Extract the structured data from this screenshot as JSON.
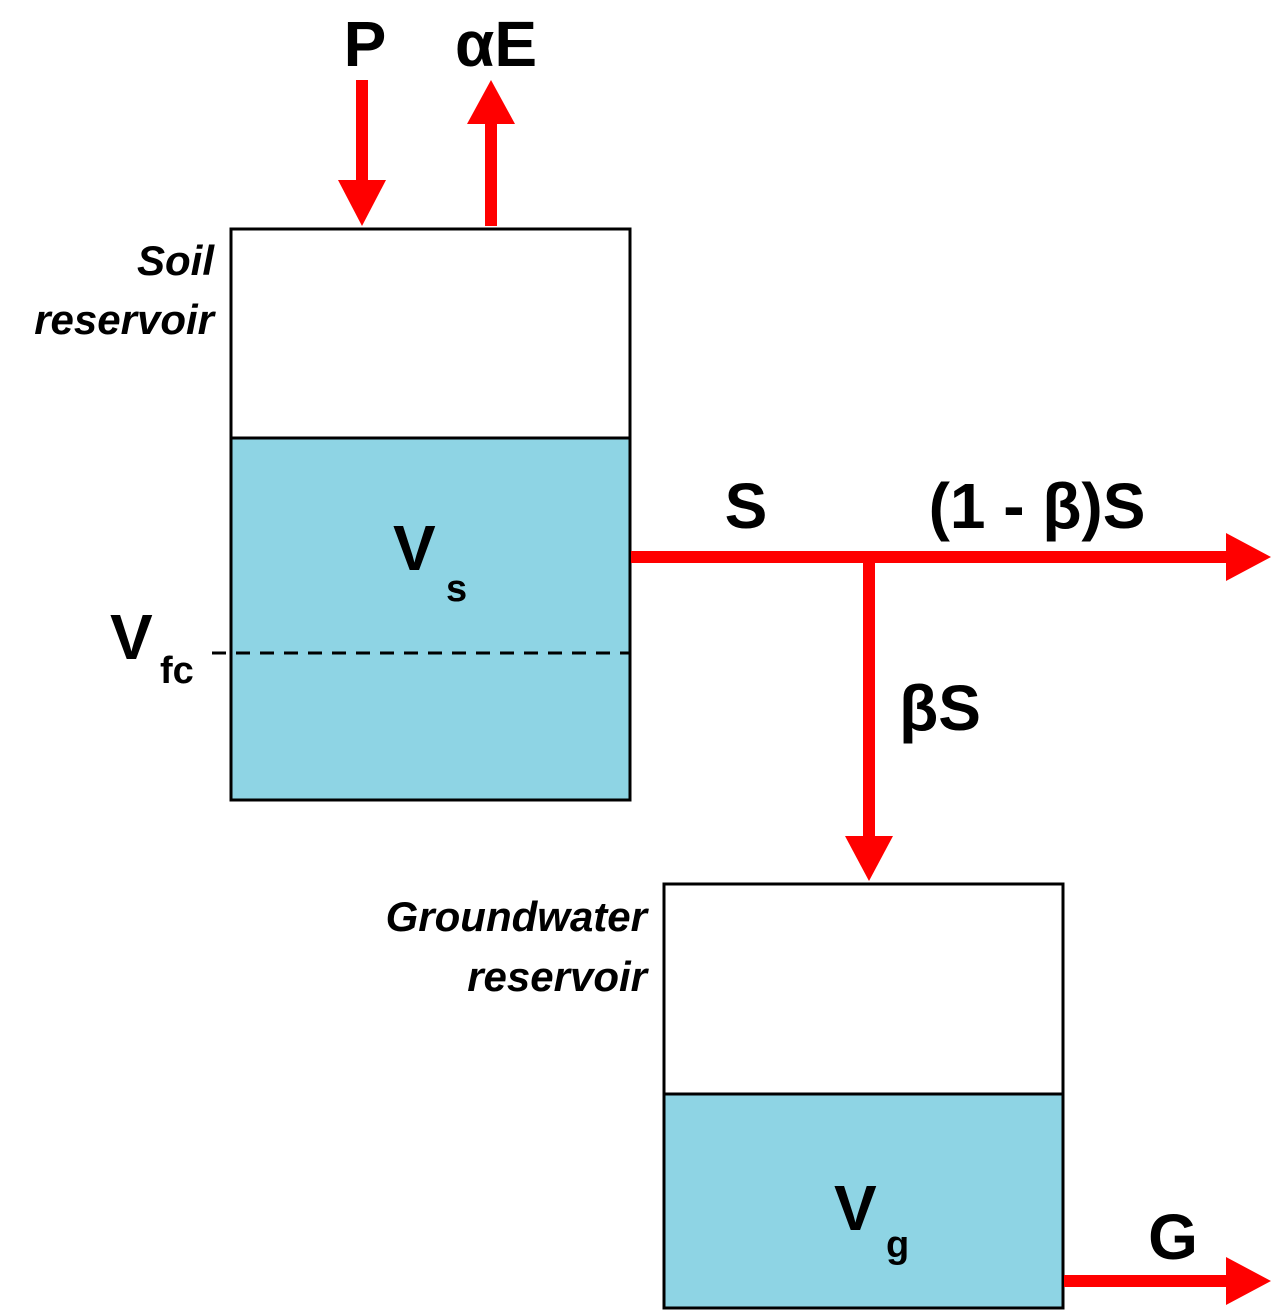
{
  "colors": {
    "water": "#8ed4e4",
    "arrow": "#ff0000",
    "outline": "#000000",
    "background": "#ffffff"
  },
  "fluxes": {
    "precipitation": "P",
    "evaporation": "αE",
    "soil_outflow": "S",
    "runoff": "(1 - β)S",
    "recharge": "βS",
    "groundwater_outflow": "G"
  },
  "soil_reservoir": {
    "label_line1": "Soil",
    "label_line2": "reservoir",
    "volume_main": "V",
    "volume_sub": "s",
    "field_capacity_main": "V",
    "field_capacity_sub": "fc"
  },
  "groundwater_reservoir": {
    "label_line1": "Groundwater",
    "label_line2": "reservoir",
    "volume_main": "V",
    "volume_sub": "g"
  }
}
